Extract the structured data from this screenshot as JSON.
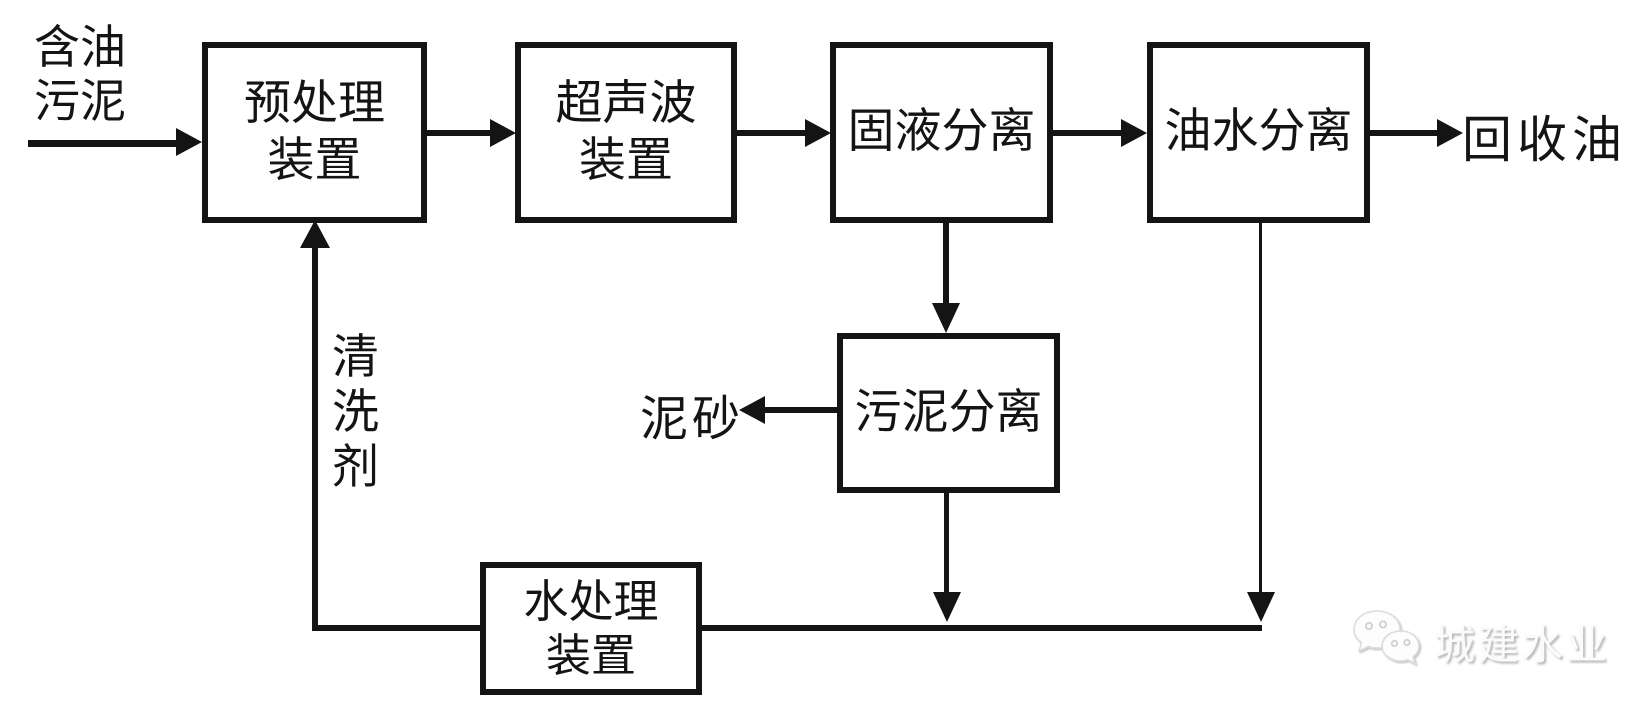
{
  "diagram": {
    "nodes": {
      "pretreatment": {
        "label": "预处理\n装置"
      },
      "ultrasonic": {
        "label": "超声波\n装置"
      },
      "solid_liquid": {
        "label": "固液分离"
      },
      "oil_water": {
        "label": "油水分离"
      },
      "sludge_sep": {
        "label": "污泥分离"
      },
      "water_treatment": {
        "label": "水处理\n装置"
      }
    },
    "labels": {
      "input": "含油\n污泥",
      "recovered_oil": "回收油",
      "sediment": "泥砂",
      "cleaning_agent": "清\n洗\n剂"
    },
    "edges": [
      {
        "from": "oily-sludge-input",
        "to": "pretreatment"
      },
      {
        "from": "pretreatment",
        "to": "ultrasonic"
      },
      {
        "from": "ultrasonic",
        "to": "solid_liquid"
      },
      {
        "from": "solid_liquid",
        "to": "oil_water"
      },
      {
        "from": "oil_water",
        "to": "recovered-oil-output"
      },
      {
        "from": "solid_liquid",
        "to": "sludge_sep"
      },
      {
        "from": "sludge_sep",
        "to": "sediment-output"
      },
      {
        "from": "sludge_sep",
        "to": "water_treatment"
      },
      {
        "from": "oil_water",
        "to": "water_treatment"
      },
      {
        "from": "water_treatment",
        "to": "pretreatment",
        "label": "cleaning_agent"
      }
    ],
    "colors": {
      "line": "#141414",
      "background": "#ffffff",
      "watermark_fill": "#fbfbfb",
      "watermark_shadow": "#787878"
    }
  },
  "watermark": {
    "text": "城建水业",
    "icon": "wechat-bubbles-icon"
  }
}
